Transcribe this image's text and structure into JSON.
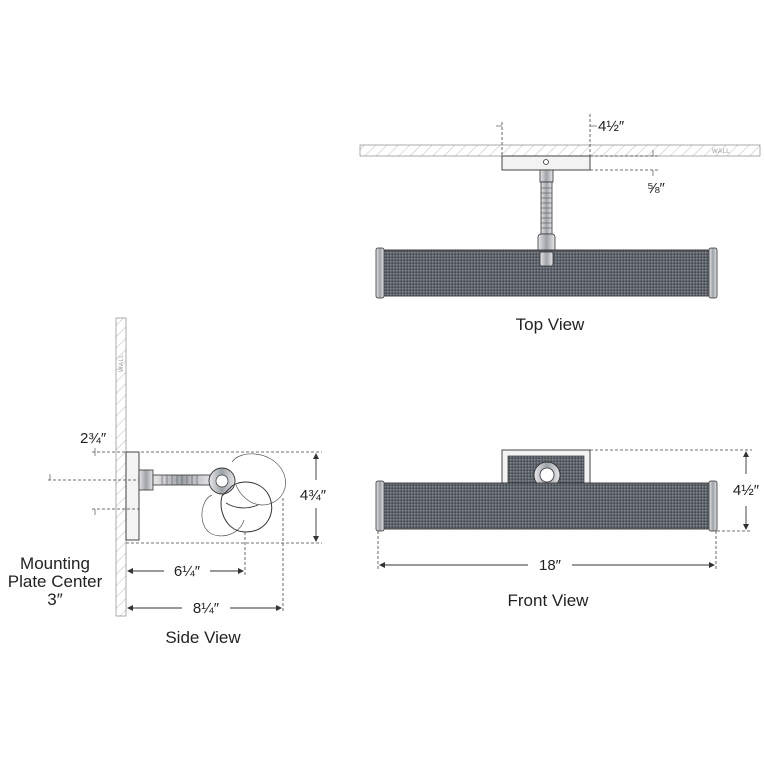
{
  "views": {
    "top": "Top View",
    "front": "Front View",
    "side": "Side View"
  },
  "wall_label": "WALL",
  "dimensions": {
    "top_plate_width": "4½″",
    "top_plate_depth": "⅝″",
    "front_height": "4½″",
    "front_width": "18″",
    "side_plate_top": "2¾″",
    "side_height": "4¾″",
    "side_arm_reach": "6¼″",
    "side_total_reach": "8¼″"
  },
  "mounting_note": {
    "line1": "Mounting",
    "line2": "Plate Center",
    "line3": "3″"
  },
  "colors": {
    "line": "#333333",
    "shade_dark": "#5a5f66",
    "shade_mid": "#7b8088",
    "metal": "#b9bcc0"
  }
}
